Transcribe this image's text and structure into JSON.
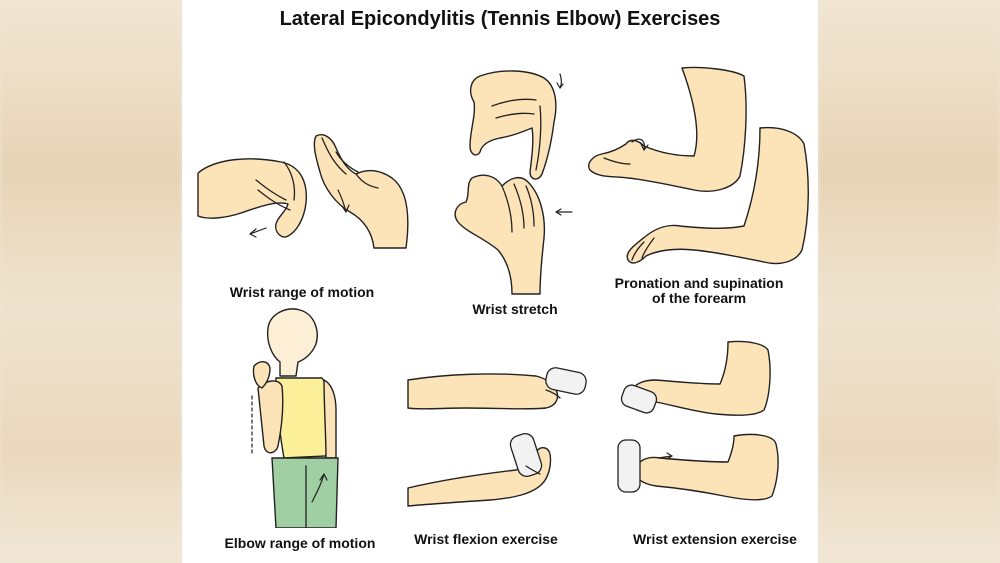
{
  "title": "Lateral Epicondylitis (Tennis Elbow) Exercises",
  "exercises": {
    "wrist_rom": "Wrist range of motion",
    "wrist_stretch": "Wrist stretch",
    "pronation_line1": "Pronation and supination",
    "pronation_line2": "of the forearm",
    "elbow_rom": "Elbow range of motion",
    "wrist_flexion": "Wrist flexion exercise",
    "wrist_extension": "Wrist extension exercise"
  },
  "colors": {
    "skin": "#fde3b8",
    "shirt": "#fbef9a",
    "pants": "#9fcfa3",
    "can": "#f2f2f2"
  }
}
